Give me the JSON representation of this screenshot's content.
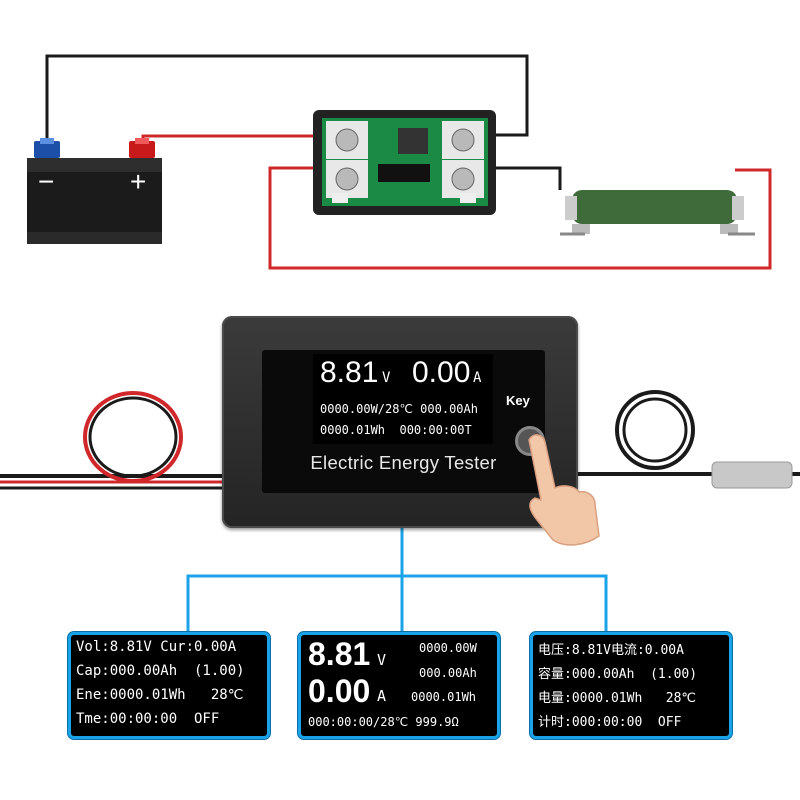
{
  "battery": {
    "minus": "−",
    "plus": "+"
  },
  "tester": {
    "brand": "Electric Energy Tester",
    "key": "Key",
    "line1_volt": "8.81",
    "line1_volt_unit": "V",
    "line1_amp": "0.00",
    "line1_amp_unit": "A",
    "line2": "0000.00W/28℃ 000.00Ah",
    "line3": "0000.01Wh  000:00:00T"
  },
  "screens": {
    "english": {
      "rows": [
        "Vol:8.81V Cur:0.00A",
        "Cap:000.00Ah  (1.00)",
        "Ene:0000.01Wh   28℃",
        "Tme:00:00:00  OFF"
      ]
    },
    "big": {
      "volt": "8.81",
      "volt_unit": "V",
      "amp": "0.00",
      "amp_unit": "A",
      "power": "0000.00W",
      "capacity": "000.00Ah",
      "energy": "0000.01Wh",
      "bottom": "000:00:00/28℃ 999.9Ω"
    },
    "chinese": {
      "rows": [
        "电压:8.81V电流:0.00A",
        "容量:000.00Ah  (1.00)",
        "电量:0000.01Wh   28℃",
        "计时:000:00:00  OFF"
      ]
    }
  },
  "colors": {
    "red_wire": "#d0282a",
    "black_wire": "#1a1a1a",
    "blue_connector": "#1aa3e8",
    "pcb_green": "#1b8a45",
    "resistor_green": "#3f6b3b"
  }
}
